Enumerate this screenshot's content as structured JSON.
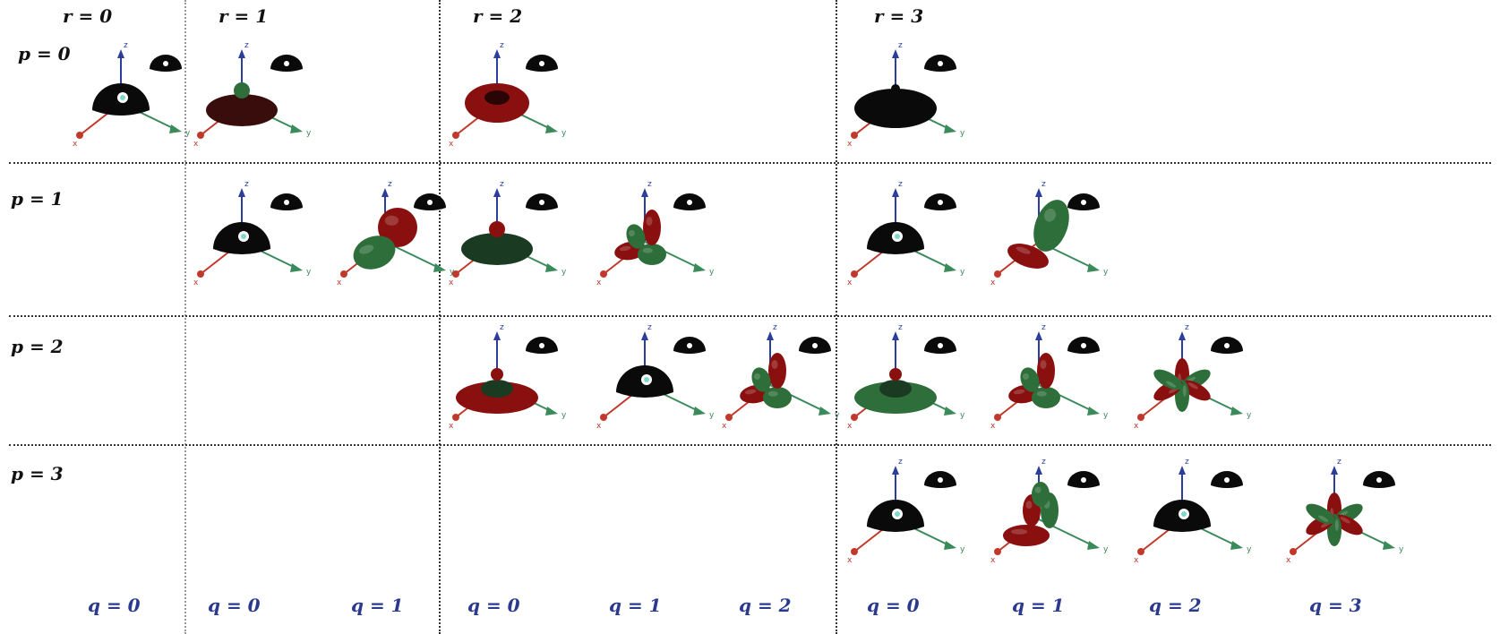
{
  "colors": {
    "label": "#111111",
    "q_label": "#2b3a8f",
    "lobe_red": "#8a1010",
    "lobe_green": "#2e6e3a",
    "lobe_black": "#0a0a0a",
    "axis_x": "#c0392b",
    "axis_y": "#3a8a5a",
    "axis_z": "#2c3e9a"
  },
  "column_headers": [
    "r = 0",
    "r = 1",
    "r = 2",
    "r = 3"
  ],
  "row_headers": [
    "p = 0",
    "p = 1",
    "p = 2",
    "p = 3"
  ],
  "q_labels": [
    "q = 0",
    "q = 0",
    "q = 1",
    "q = 0",
    "q = 1",
    "q = 2",
    "q = 0",
    "q = 1",
    "q = 2",
    "q = 3"
  ],
  "axis_letters": {
    "x": "x",
    "y": "y",
    "z": "z"
  },
  "cells": [
    {
      "p": 0,
      "r": 0,
      "q": 0,
      "shape": "dome-black"
    },
    {
      "p": 0,
      "r": 1,
      "q": 0,
      "shape": "dome-wide-red"
    },
    {
      "p": 0,
      "r": 2,
      "q": 0,
      "shape": "torus-red"
    },
    {
      "p": 0,
      "r": 3,
      "q": 0,
      "shape": "disc-black"
    },
    {
      "p": 1,
      "r": 1,
      "q": 0,
      "shape": "dome-black"
    },
    {
      "p": 1,
      "r": 1,
      "q": 1,
      "shape": "dumbbell-red-green"
    },
    {
      "p": 1,
      "r": 2,
      "q": 0,
      "shape": "dome-wide-green"
    },
    {
      "p": 1,
      "r": 2,
      "q": 1,
      "shape": "clover-red-green"
    },
    {
      "p": 1,
      "r": 3,
      "q": 0,
      "shape": "dome-black"
    },
    {
      "p": 1,
      "r": 3,
      "q": 1,
      "shape": "dumbbell-green-red"
    },
    {
      "p": 2,
      "r": 2,
      "q": 0,
      "shape": "disc-red"
    },
    {
      "p": 2,
      "r": 2,
      "q": 1,
      "shape": "dome-black"
    },
    {
      "p": 2,
      "r": 2,
      "q": 2,
      "shape": "clover-red-green"
    },
    {
      "p": 2,
      "r": 3,
      "q": 0,
      "shape": "disc-green"
    },
    {
      "p": 2,
      "r": 3,
      "q": 1,
      "shape": "clover-red-green"
    },
    {
      "p": 2,
      "r": 3,
      "q": 2,
      "shape": "flower-red-green"
    },
    {
      "p": 3,
      "r": 3,
      "q": 0,
      "shape": "dome-black"
    },
    {
      "p": 3,
      "r": 3,
      "q": 1,
      "shape": "clover-green-red"
    },
    {
      "p": 3,
      "r": 3,
      "q": 2,
      "shape": "dome-black"
    },
    {
      "p": 3,
      "r": 3,
      "q": 3,
      "shape": "flower-red-green"
    }
  ]
}
